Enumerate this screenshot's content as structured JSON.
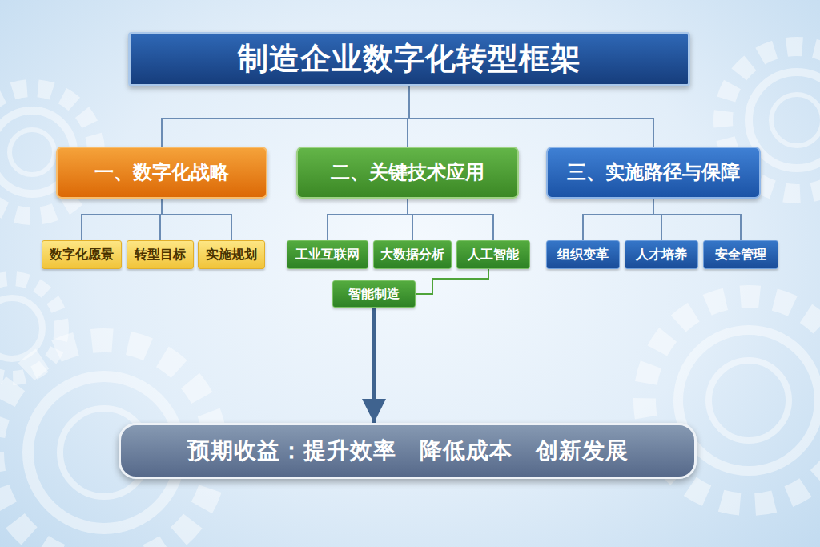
{
  "diagram": {
    "nodes": [
      {
        "text": [
          "制造企业数字化转型框架"
        ]
      },
      {
        "text": [
          "一、数字化战略"
        ]
      },
      {
        "text": [
          "二、关键技术应用"
        ]
      },
      {
        "text": [
          "三、实施路径与保障"
        ]
      },
      {
        "text": [
          "数字化愿景"
        ]
      },
      {
        "text": [
          "转型目标"
        ]
      },
      {
        "text": [
          "实施规划"
        ]
      },
      {
        "text": [
          "工业互联网"
        ]
      },
      {
        "text": [
          "大数据分析"
        ]
      },
      {
        "text": [
          "人工智能"
        ]
      },
      {
        "text": [
          "智能制造"
        ]
      },
      {
        "text": [
          "组织变革"
        ]
      },
      {
        "text": [
          "人才培养"
        ]
      },
      {
        "text": [
          "安全管理"
        ]
      },
      {
        "text": [
          "预期收益：提升效率　降低成本　创新发展"
        ]
      }
    ],
    "edges": [
      {
        "from": 0,
        "to": 1,
        "arrow": "none"
      },
      {
        "from": 0,
        "to": 2,
        "arrow": "none"
      },
      {
        "from": 0,
        "to": 3,
        "arrow": "none"
      },
      {
        "from": 1,
        "to": 4,
        "arrow": "none"
      },
      {
        "from": 1,
        "to": 5,
        "arrow": "none"
      },
      {
        "from": 1,
        "to": 6,
        "arrow": "none"
      },
      {
        "from": 2,
        "to": 7,
        "arrow": "none"
      },
      {
        "from": 2,
        "to": 8,
        "arrow": "none"
      },
      {
        "from": 2,
        "to": 9,
        "arrow": "none"
      },
      {
        "from": 9,
        "to": 10,
        "arrow": "none"
      },
      {
        "from": 3,
        "to": 11,
        "arrow": "none"
      },
      {
        "from": 3,
        "to": 12,
        "arrow": "none"
      },
      {
        "from": 3,
        "to": 13,
        "arrow": "none"
      },
      {
        "from": 10,
        "to": 14,
        "arrow": "to"
      }
    ]
  }
}
